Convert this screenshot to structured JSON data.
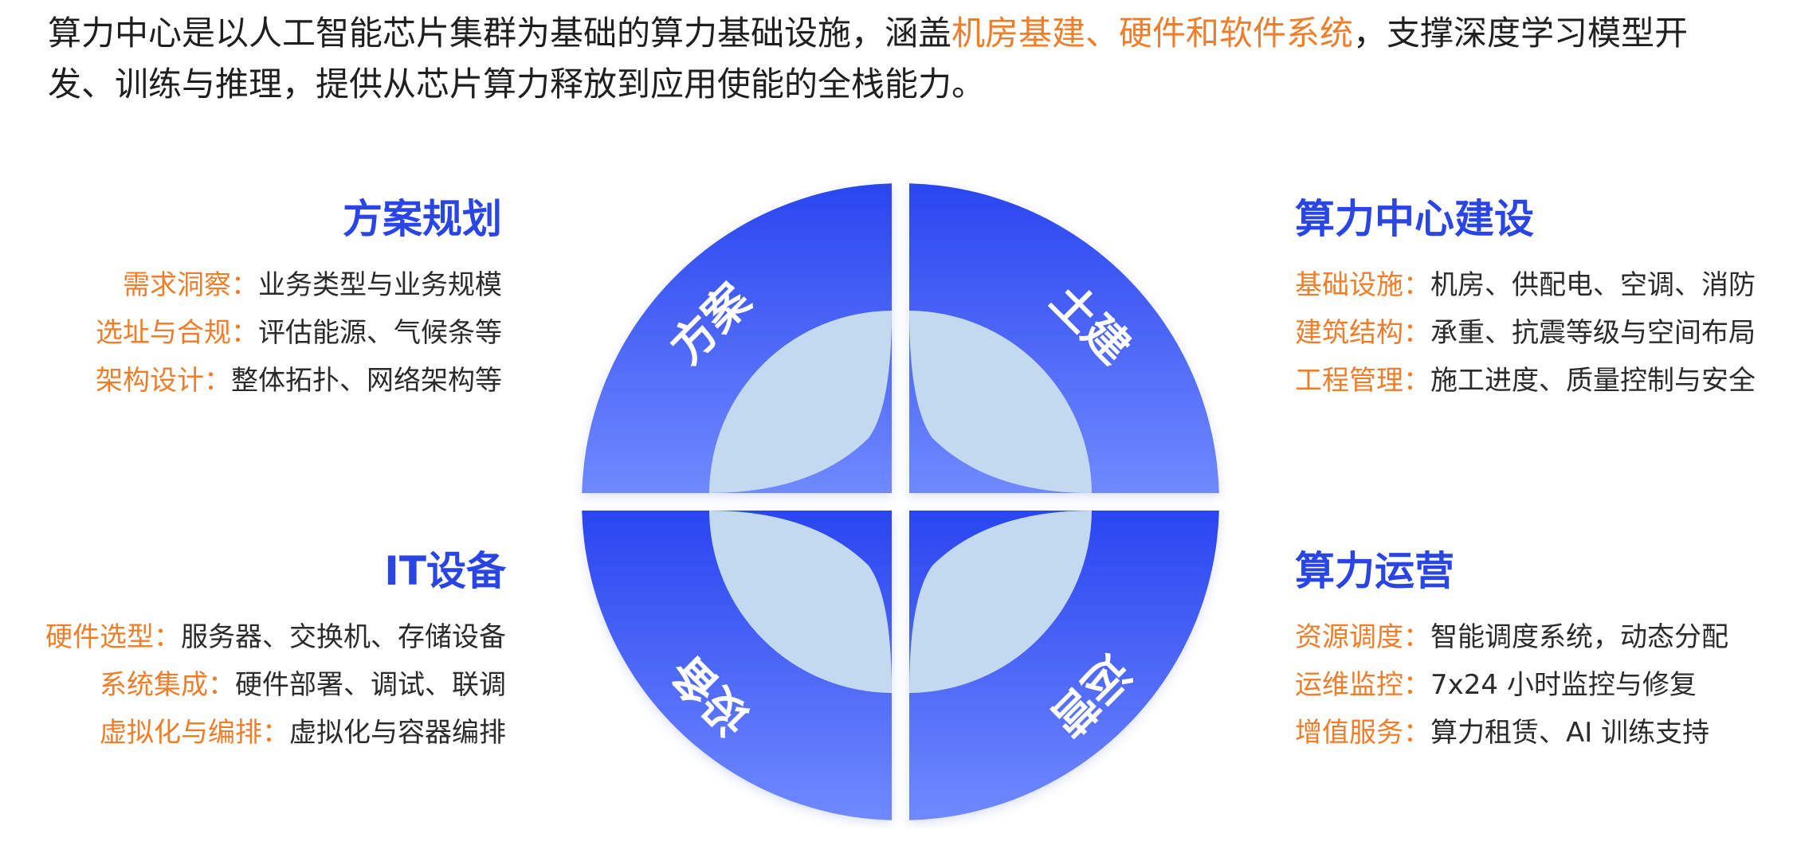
{
  "intro": {
    "part1": "算力中心是以人工智能芯片集群为基础的算力基础设施，涵盖",
    "highlight": "机房基建、硬件和软件系统",
    "part2": "，支撑深度学习模型开发、训练与推理，提供从芯片算力释放到应用使能的全栈能力。"
  },
  "blocks": {
    "top_left": {
      "title": "方案规划",
      "rows": [
        {
          "key": "需求洞察：",
          "value": "业务类型与业务规模"
        },
        {
          "key": "选址与合规：",
          "value": "评估能源、气候条等"
        },
        {
          "key": "架构设计：",
          "value": "整体拓扑、网络架构等"
        }
      ]
    },
    "top_right": {
      "title": "算力中心建设",
      "rows": [
        {
          "key": "基础设施：",
          "value": "机房、供配电、空调、消防"
        },
        {
          "key": "建筑结构：",
          "value": "承重、抗震等级与空间布局"
        },
        {
          "key": "工程管理：",
          "value": "施工进度、质量控制与安全"
        }
      ]
    },
    "bottom_left": {
      "title": "IT设备",
      "rows": [
        {
          "key": "硬件选型：",
          "value": "服务器、交换机、存储设备"
        },
        {
          "key": "系统集成：",
          "value": "硬件部署、调试、联调"
        },
        {
          "key": "虚拟化与编排：",
          "value": "虚拟化与容器编排"
        }
      ]
    },
    "bottom_right": {
      "title": "算力运营",
      "rows": [
        {
          "key": "资源调度：",
          "value": "智能调度系统，动态分配"
        },
        {
          "key": "运维监控：",
          "value": "7x24 小时监控与修复"
        },
        {
          "key": "增值服务：",
          "value": "算力租赁、AI 训练支持"
        }
      ]
    }
  },
  "wheel": {
    "labels": {
      "top_left": "方案",
      "top_right": "土建",
      "bottom_left": "设备",
      "bottom_right": "运营"
    }
  },
  "colors": {
    "blue_primary": "#2a45e6",
    "blue_light": "#6f86ff",
    "petal": "#c3d9ef",
    "orange_accent": "#f07d2a",
    "text": "#2b2b2b"
  }
}
